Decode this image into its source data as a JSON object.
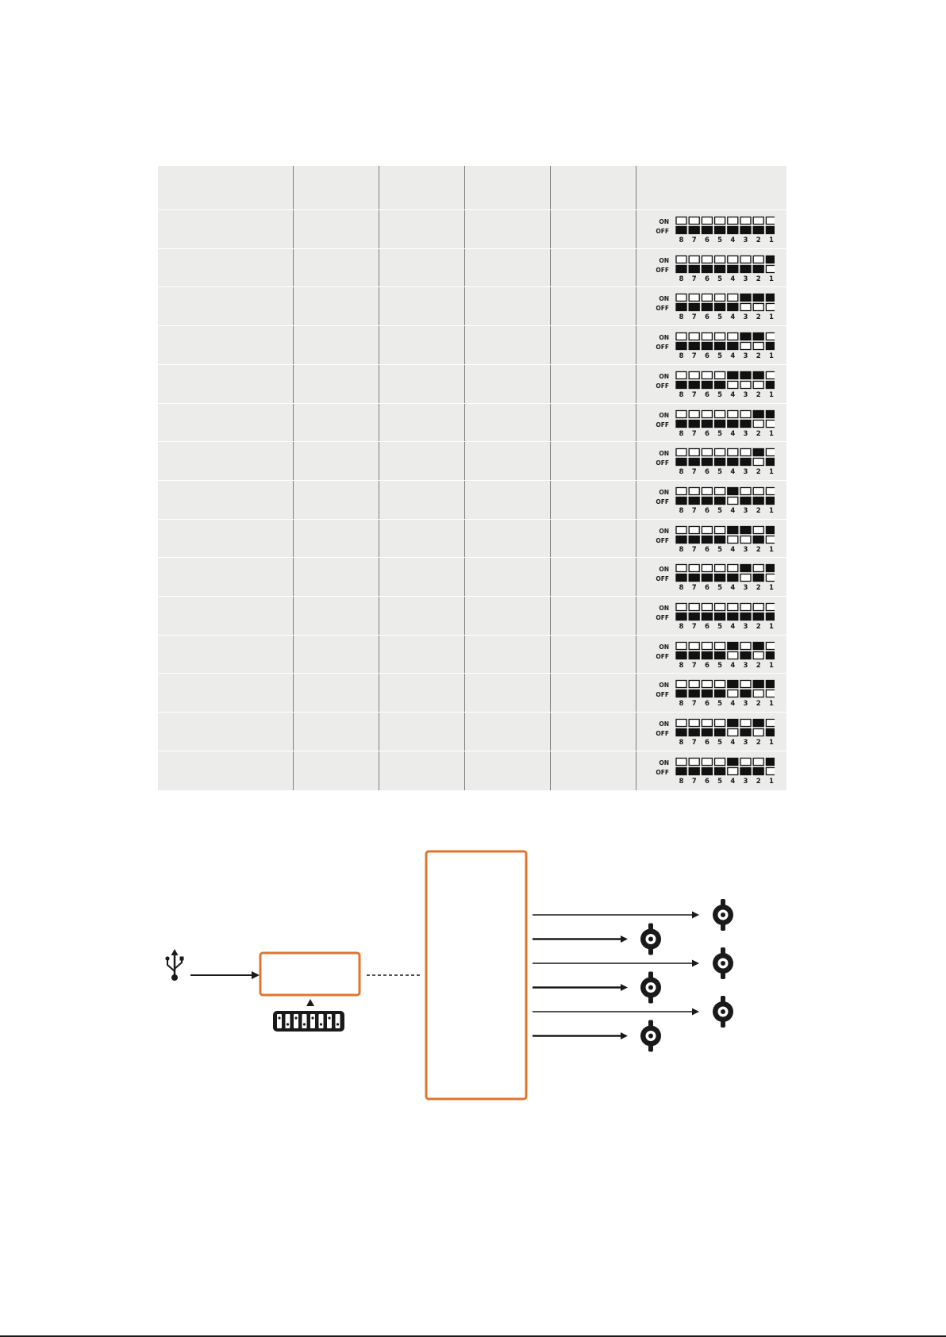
{
  "dip_table": {
    "columns": 6,
    "switch_state_labels": {
      "on": "ON",
      "off": "OFF"
    },
    "switch_numbers": [
      "8",
      "7",
      "6",
      "5",
      "4",
      "3",
      "2",
      "1"
    ],
    "rows": [
      {
        "on_switches": []
      },
      {
        "on_switches": [
          1
        ]
      },
      {
        "on_switches": [
          1,
          2,
          3
        ]
      },
      {
        "on_switches": [
          2,
          3
        ]
      },
      {
        "on_switches": [
          2,
          3,
          4
        ]
      },
      {
        "on_switches": [
          1,
          2
        ]
      },
      {
        "on_switches": [
          2
        ]
      },
      {
        "on_switches": [
          4
        ]
      },
      {
        "on_switches": [
          1,
          3,
          4
        ]
      },
      {
        "on_switches": [
          1,
          3
        ]
      },
      {
        "on_switches": []
      },
      {
        "on_switches": [
          2,
          4
        ]
      },
      {
        "on_switches": [
          1,
          2,
          4
        ]
      },
      {
        "on_switches": [
          2,
          4
        ]
      },
      {
        "on_switches": [
          1,
          4
        ]
      }
    ]
  },
  "diagram": {
    "accent_color": "#e0752e",
    "icons": [
      "usb-icon",
      "dip-switch-block-icon",
      "bnc-connector-icon"
    ],
    "outputs": 6
  }
}
